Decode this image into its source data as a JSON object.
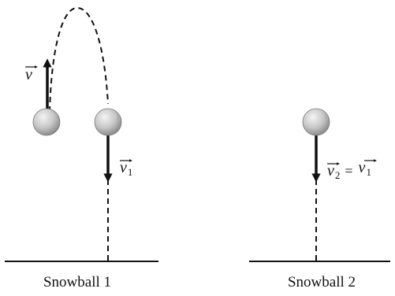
{
  "labels": {
    "snowball1_caption": "Snowball 1",
    "snowball2_caption": "Snowball 2",
    "initial_velocity": {
      "symbol": "v"
    },
    "snowball1_velocity": {
      "symbol": "v",
      "subscript": "1"
    },
    "snowball2_velocity": {
      "symbol": "v",
      "subscript": "2",
      "equals": "=",
      "rhs_symbol": "v",
      "rhs_subscript": "1"
    }
  },
  "colors": {
    "ball_highlight": "#f4f4f4",
    "ball_shadow": "#8a8a8a",
    "ink": "#111111",
    "background": "#ffffff"
  }
}
